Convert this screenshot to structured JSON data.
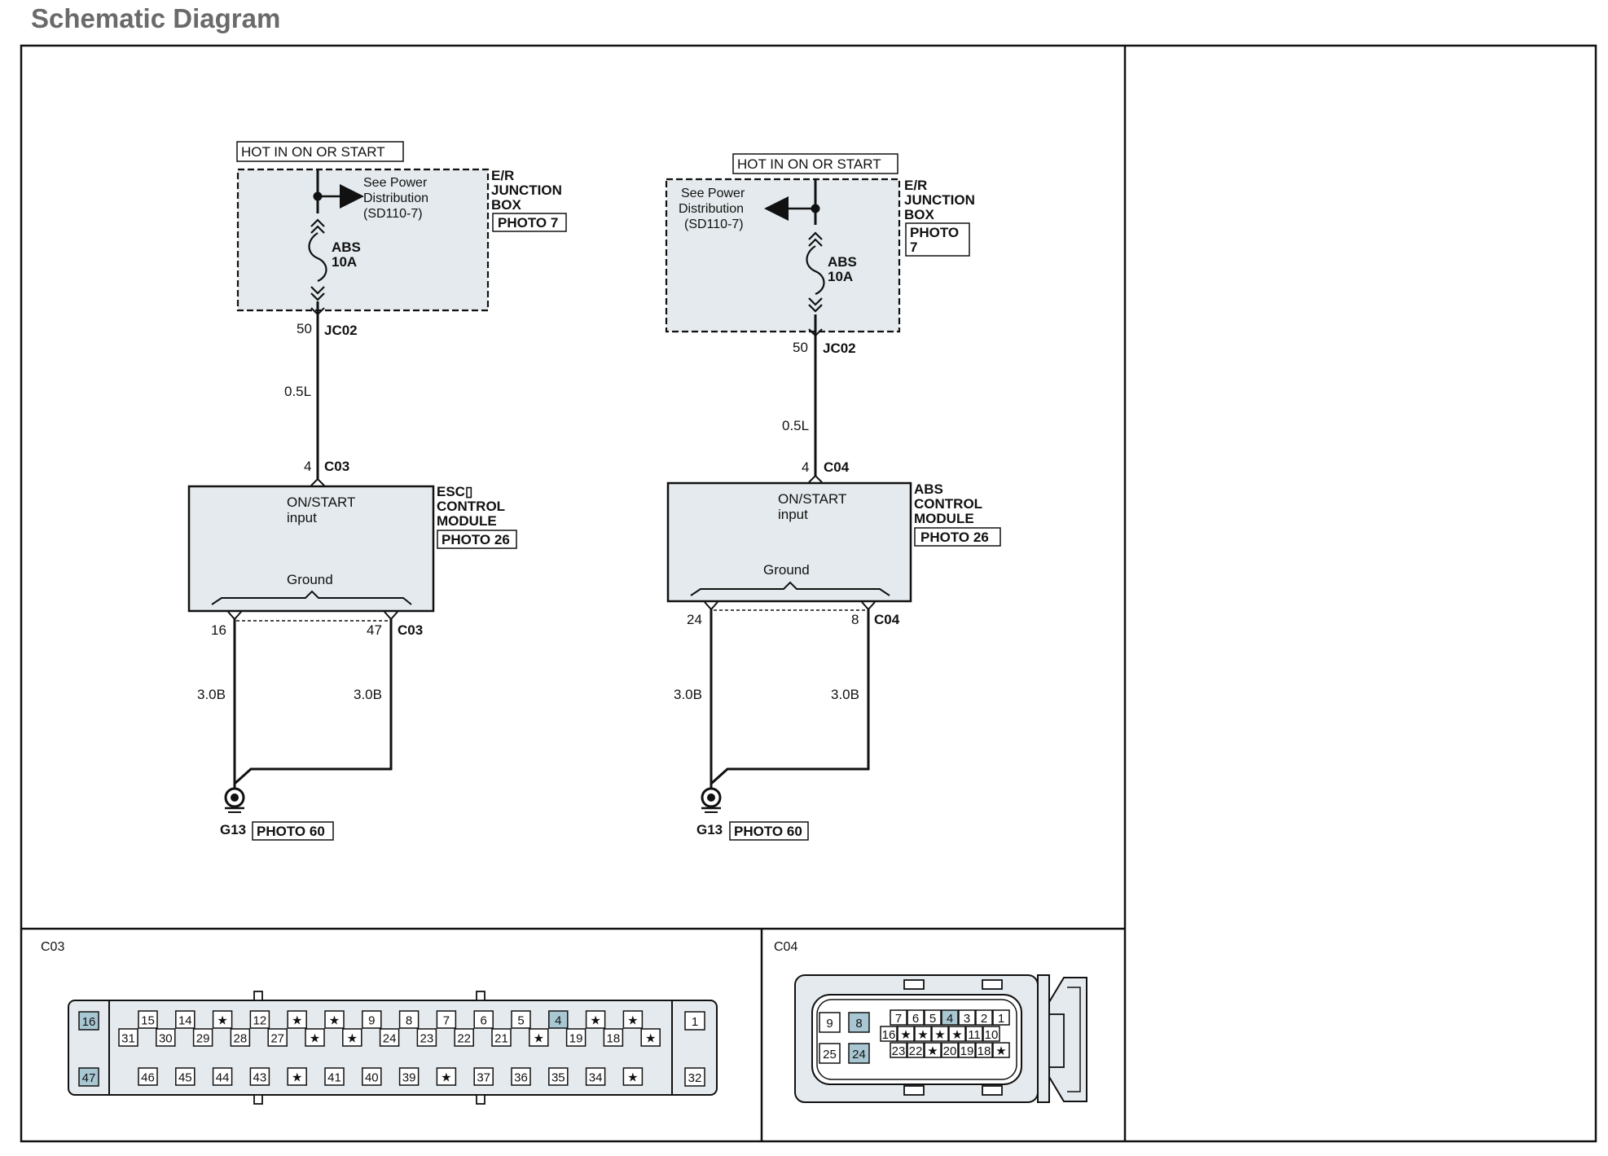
{
  "page_title": "Schematic Diagram",
  "left_circuit": {
    "supply_label": "HOT IN ON OR START",
    "junction_box": [
      "E/R",
      "JUNCTION",
      "BOX"
    ],
    "junction_photo": "PHOTO 7",
    "power_ref": [
      "See Power",
      "Distribution",
      "(SD110-7)"
    ],
    "fuse": [
      "ABS",
      "10A"
    ],
    "jc_pin": "50",
    "jc_name": "JC02",
    "wire_top": "0.5L",
    "module_pin": "4",
    "module_conn": "C03",
    "module_name": [
      "ESC▯",
      "CONTROL",
      "MODULE"
    ],
    "module_photo": "PHOTO 26",
    "input_label": [
      "ON/START",
      "input"
    ],
    "ground_label": "Ground",
    "ground_pin_a": "16",
    "ground_pin_b": "47",
    "ground_conn": "C03",
    "wire_a": "3.0B",
    "wire_b": "3.0B",
    "ground_name": "G13",
    "ground_photo": "PHOTO 60"
  },
  "right_circuit": {
    "supply_label": "HOT IN ON OR START",
    "junction_box": [
      "E/R",
      "JUNCTION",
      "BOX"
    ],
    "junction_photo": [
      "PHOTO",
      "7"
    ],
    "power_ref": [
      "See Power",
      "Distribution",
      "(SD110-7)"
    ],
    "fuse": [
      "ABS",
      "10A"
    ],
    "jc_pin": "50",
    "jc_name": "JC02",
    "wire_top": "0.5L",
    "module_pin": "4",
    "module_conn": "C04",
    "module_name": [
      "ABS",
      "CONTROL",
      "MODULE"
    ],
    "module_photo": "PHOTO 26",
    "input_label": [
      "ON/START",
      "input"
    ],
    "ground_label": "Ground",
    "ground_pin_a": "24",
    "ground_pin_b": "8",
    "ground_conn": "C04",
    "wire_a": "3.0B",
    "wire_b": "3.0B",
    "ground_name": "G13",
    "ground_photo": "PHOTO 60"
  },
  "c03_connector": {
    "title": "C03",
    "left_col": [
      "16",
      "47"
    ],
    "right_col": [
      "1",
      "32"
    ],
    "highlighted": [
      "16",
      "47",
      "4"
    ],
    "row1": [
      "15",
      "14",
      "★",
      "12",
      "★",
      "★",
      "9",
      "8",
      "7",
      "6",
      "5",
      "4",
      "★",
      "★"
    ],
    "row2": [
      "31",
      "30",
      "29",
      "28",
      "27",
      "★",
      "★",
      "24",
      "23",
      "22",
      "21",
      "★",
      "19",
      "18",
      "★"
    ],
    "row3": [
      "46",
      "45",
      "44",
      "43",
      "★",
      "41",
      "40",
      "39",
      "★",
      "37",
      "36",
      "35",
      "34",
      "★"
    ]
  },
  "c04_connector": {
    "title": "C04",
    "highlighted": [
      "8",
      "4",
      "24"
    ],
    "big_top": [
      "9",
      "8"
    ],
    "big_bottom": [
      "25",
      "24"
    ],
    "row1": [
      "7",
      "6",
      "5",
      "4",
      "3",
      "2",
      "1"
    ],
    "row2": [
      "16",
      "★",
      "★",
      "★",
      "★",
      "11",
      "10"
    ],
    "row3": [
      "23",
      "22",
      "★",
      "20",
      "19",
      "18",
      "★"
    ]
  },
  "colors": {
    "box_fill": "#e4eaed",
    "pin_highlight": "#a9c7d3",
    "title_gray": "#6a6a6a"
  }
}
